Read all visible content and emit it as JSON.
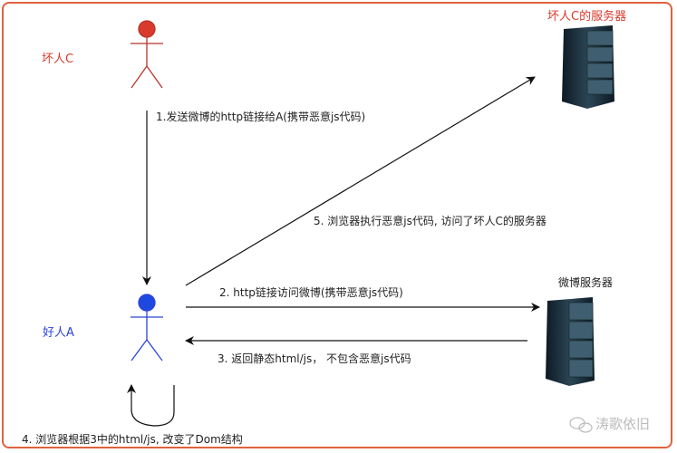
{
  "actors": {
    "bad_c": {
      "label": "坏人C",
      "color": "#d93a2b"
    },
    "good_a": {
      "label": "好人A",
      "color": "#2b44d6"
    }
  },
  "servers": {
    "attacker_server": {
      "label": "坏人C的服务器"
    },
    "weibo_server": {
      "label": "微博服务器"
    }
  },
  "steps": [
    {
      "label": "1.发送微博的http链接给A(携带恶意js代码)"
    },
    {
      "label": "2. http链接访问微博(携带恶意js代码)"
    },
    {
      "label": "3. 返回静态html/js，  不包含恶意js代码"
    },
    {
      "label": "4. 浏览器根据3中的html/js, 改变了Dom结构"
    },
    {
      "label": "5. 浏览器执行恶意js代码, 访问了坏人C的服务器"
    }
  ],
  "watermark": {
    "icon": "wechat-icon",
    "label": "涛歌依旧"
  },
  "colors": {
    "frame": "#e0623e",
    "line": "#111111"
  }
}
